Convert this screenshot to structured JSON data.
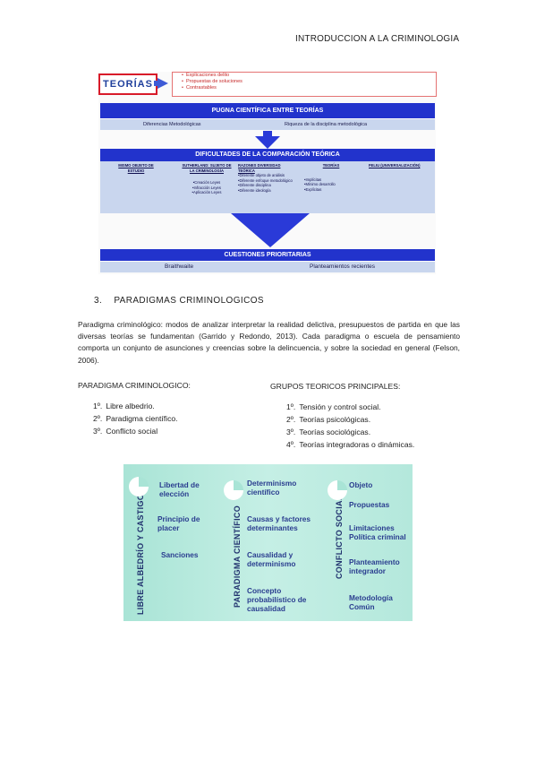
{
  "header": {
    "title": "INTRODUCCION A LA CRIMINOLOGIA"
  },
  "diagram1": {
    "teorias_label": "TEORÍAS",
    "teorias_bullets": [
      "Explicaciones delito",
      "Propuestas de soluciones",
      "Contrastables"
    ],
    "pugna_title": "PUGNA CIENTÍFICA ENTRE TEORÍAS",
    "pugna_items": [
      "Diferencias Metodológicas",
      "Riqueza de la disciplina metodológica"
    ],
    "dificultades_title": "DIFICULTADES DE LA COMPARACIÓN TEÓRICA",
    "columns": [
      {
        "head": "MISMO OBJETO DE ESTUDIO",
        "items": []
      },
      {
        "head": "SUTHERLAND: SUJETO DE LA CRIMINOLOGÍA",
        "items": [
          "•Creación Leyes",
          "•Infracción Leyes",
          "•Aplicación Leyes"
        ]
      },
      {
        "head": "RAZONES DIVERSIDAD TEÓRICA",
        "items": [
          "•Diferente objeto de análisis",
          "•Diferente enfoque metodológico",
          "•Diferente disciplina",
          "•Diferente ideología"
        ]
      },
      {
        "head": "TEORÍAS",
        "items": [
          "•Implícitas",
          "•Mínimo desarrollo",
          "•Explícitas"
        ]
      },
      {
        "head": "FELIU (UNIVERSALIZACIÓN)",
        "items": []
      }
    ],
    "cuestiones_title": "CUESTIONES PRIORITARIAS",
    "cuestiones_items": [
      "Braithwaite",
      "Planteamientos recientes"
    ]
  },
  "section": {
    "number": "3.",
    "title": "PARADIGMAS CRIMINOLOGICOS"
  },
  "paragraph": "Paradigma criminológico: modos de analizar interpretar la realidad delictiva, presupuestos de partida en que las diversas teorías se fundamentan (Garrido y Redondo, 2013). Cada paradigma o escuela de pensamiento comporta un conjunto de asunciones y creencias sobre la delincuencia, y sobre la sociedad en general (Felson, 2006).",
  "list_left": {
    "heading": "PARADIGMA CRIMINOLOGICO:",
    "items": [
      {
        "n": "1º.",
        "text": "Libre albedrio."
      },
      {
        "n": "2º.",
        "text": "Paradigma científico."
      },
      {
        "n": "3º.",
        "text": "Conflicto social"
      }
    ]
  },
  "list_right": {
    "heading": "GRUPOS TEORICOS PRINCIPALES:",
    "items": [
      {
        "n": "1º.",
        "text": "Tensión y control social."
      },
      {
        "n": "2º.",
        "text": "Teorías psicológicas."
      },
      {
        "n": "3º.",
        "text": "Teorías sociológicas."
      },
      {
        "n": "4º.",
        "text": "Teorías integradoras o dinámicas."
      }
    ]
  },
  "diagram2": {
    "col1": {
      "label": "LIBRE ALBEDRÍO Y CASTIGO",
      "items": [
        "Libertad de elección",
        "Principio de placer",
        "Sanciones"
      ]
    },
    "col2": {
      "label": "PARADIGMA CIENTÍFICO",
      "items": [
        "Determinismo científico",
        "Causas y factores determinantes",
        "Causalidad y determinismo",
        "Concepto probabilístico de causalidad"
      ]
    },
    "col3": {
      "label": "CONFLICTO SOCIAL",
      "items": [
        "Objeto",
        "Propuestas",
        "Limitaciones Política criminal",
        "Planteamiento integrador",
        "Metodología Común"
      ]
    }
  }
}
